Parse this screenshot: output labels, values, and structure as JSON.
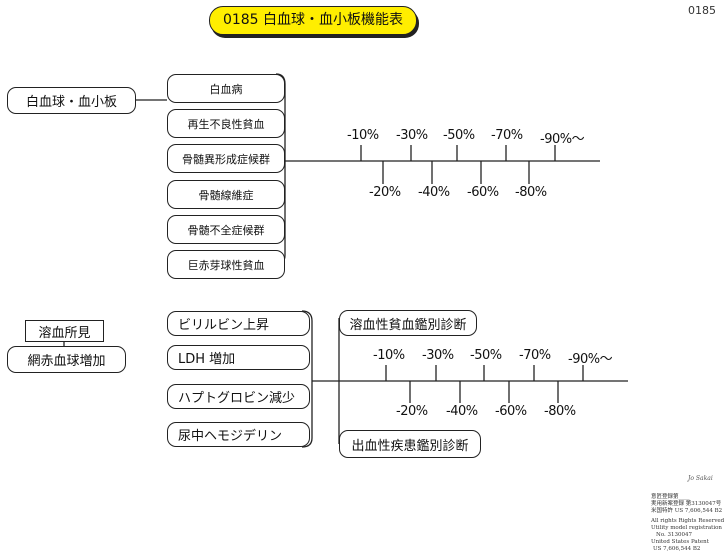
{
  "title": "0185 白血球・血小板機能表",
  "page_number": "0185",
  "section1": {
    "category": "白血球・血小板",
    "items": [
      "白血病",
      "再生不良性貧血",
      "骨髄異形成症候群",
      "骨髄線維症",
      "骨髄不全症候群",
      "巨赤芽球性貧血"
    ],
    "scale_top": [
      "-10%",
      "-30%",
      "-50%",
      "-70%",
      "-90%〜"
    ],
    "scale_bottom": [
      "-20%",
      "-40%",
      "-60%",
      "-80%"
    ]
  },
  "section2": {
    "category_top": "溶血所見",
    "category_bottom": "網赤血球増加",
    "items": [
      "ビリルビン上昇",
      "LDH 増加",
      "ハプトグロビン減少",
      "尿中ヘモジデリン"
    ],
    "diagnosis_top": "溶血性貧血鑑別診断",
    "diagnosis_bottom": "出血性疾患鑑別診断",
    "scale_top": [
      "-10%",
      "-30%",
      "-50%",
      "-70%",
      "-90%〜"
    ],
    "scale_bottom": [
      "-20%",
      "-40%",
      "-60%",
      "-80%"
    ]
  },
  "stamp": {
    "signature": "Jo Sakai",
    "lines": [
      "意匠登録第____",
      "実用新案登録 第3130047号",
      "米国特許 US 7,606,544 B2",
      "All rights Rights Reserved",
      "Utility model registration",
      "No. 3130047",
      "United States Patent",
      "US 7,606,544 B2"
    ]
  }
}
